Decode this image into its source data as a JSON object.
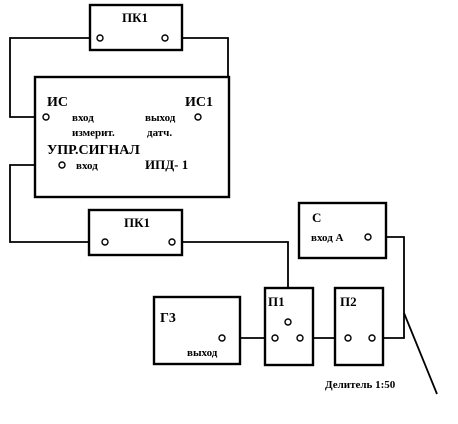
{
  "diagram": {
    "blocks": {
      "pk1_top": {
        "label": "ПК1"
      },
      "ipd": {
        "label_is": "ИС",
        "label_vkhod": "вход",
        "label_izmerit": "измерит.",
        "label_vykhod": "выход",
        "label_is1": "ИС1",
        "label_datch": "датч.",
        "label_upr": "УПР.СИГНАЛ",
        "label_vkhod2": "вход",
        "label_name": "ИПД- 1"
      },
      "pk1_bottom": {
        "label": "ПК1"
      },
      "c": {
        "label": "С",
        "label_input": "вход А"
      },
      "g3": {
        "label": "Г3",
        "label_output": "выход"
      },
      "p1": {
        "label": "П1"
      },
      "p2": {
        "label": "П2"
      }
    },
    "annotation": {
      "divider": "Делитель 1:50"
    }
  }
}
